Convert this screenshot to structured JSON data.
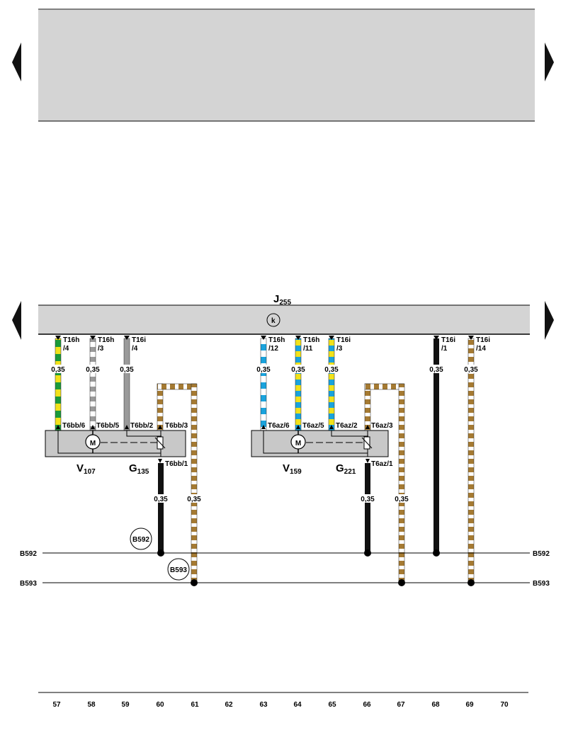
{
  "control_unit": {
    "name": "J",
    "sub": "255",
    "symbol": "k"
  },
  "wires_top": [
    {
      "pin": "T16h",
      "num": "/4",
      "gauge": "0,35"
    },
    {
      "pin": "T16h",
      "num": "/3",
      "gauge": "0,35"
    },
    {
      "pin": "T16i",
      "num": "/4",
      "gauge": "0,35"
    },
    {
      "pin": "T16h",
      "num": "/12",
      "gauge": "0,35"
    },
    {
      "pin": "T16h",
      "num": "/11",
      "gauge": "0,35"
    },
    {
      "pin": "T16i",
      "num": "/3",
      "gauge": "0,35"
    },
    {
      "pin": "T16i",
      "num": "/1",
      "gauge": "0,35"
    },
    {
      "pin": "T16i",
      "num": "/14",
      "gauge": "0,35"
    }
  ],
  "connectors_left": [
    "T6bb/6",
    "T6bb/5",
    "T6bb/2",
    "T6bb/3",
    "T6bb/1"
  ],
  "connectors_right": [
    "T6az/6",
    "T6az/5",
    "T6az/2",
    "T6az/3",
    "T6az/1"
  ],
  "components": {
    "v107": {
      "name": "V",
      "sub": "107"
    },
    "g135": {
      "name": "G",
      "sub": "135"
    },
    "v159": {
      "name": "V",
      "sub": "159"
    },
    "g221": {
      "name": "G",
      "sub": "221"
    },
    "motor_symbol": "M"
  },
  "lower_gauges": [
    "0,35",
    "0,35",
    "0,35",
    "0,35"
  ],
  "bus": {
    "b592": "B592",
    "b593": "B593"
  },
  "footer": [
    "57",
    "58",
    "59",
    "60",
    "61",
    "62",
    "63",
    "64",
    "65",
    "66",
    "67",
    "68",
    "69",
    "70"
  ],
  "colors": {
    "green": "#1a9a3a",
    "yellow": "#f2e21a",
    "grey": "#9a9a9a",
    "white": "#ffffff",
    "blue": "#1aa3dd",
    "black": "#111111",
    "brown": "#a57a32",
    "panel": "#d4d4d4",
    "box": "#c8c8c8"
  }
}
